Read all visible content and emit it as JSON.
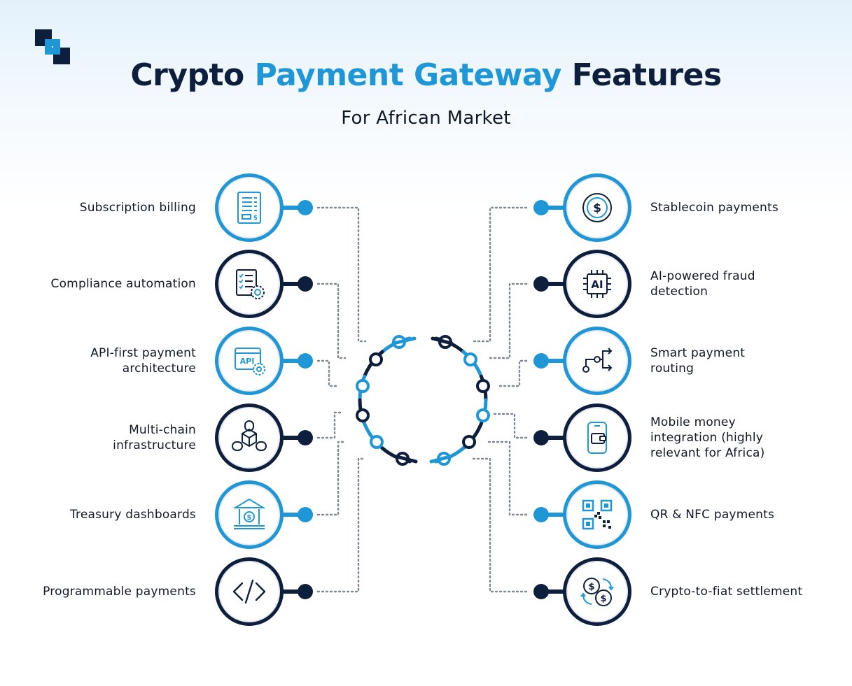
{
  "header": {
    "title_part1": "Crypto",
    "title_highlight": "Payment Gateway",
    "title_part3": "Features",
    "subtitle": "For African Market"
  },
  "colors": {
    "navy": "#0d1f3c",
    "blue": "#1f97d6",
    "text": "#111827"
  },
  "left_features": [
    {
      "lines": [
        "Subscription billing"
      ],
      "icon": "invoice-icon",
      "ring": "blue"
    },
    {
      "lines": [
        "Compliance automation"
      ],
      "icon": "checklist-gear-icon",
      "ring": "navy"
    },
    {
      "lines": [
        "API-first payment",
        "architecture"
      ],
      "icon": "api-window-icon",
      "ring": "blue"
    },
    {
      "lines": [
        "Multi-chain",
        "infrastructure"
      ],
      "icon": "chain-cube-icon",
      "ring": "navy"
    },
    {
      "lines": [
        "Treasury dashboards"
      ],
      "icon": "bank-icon",
      "ring": "blue"
    },
    {
      "lines": [
        "Programmable payments"
      ],
      "icon": "code-icon",
      "ring": "navy"
    }
  ],
  "right_features": [
    {
      "lines": [
        "Stablecoin payments"
      ],
      "icon": "dollar-coin-icon",
      "ring": "blue"
    },
    {
      "lines": [
        "AI-powered fraud",
        "detection"
      ],
      "icon": "ai-chip-icon",
      "ring": "navy",
      "chip_text": "AI"
    },
    {
      "lines": [
        "Smart payment",
        "routing"
      ],
      "icon": "routing-icon",
      "ring": "blue"
    },
    {
      "lines": [
        "Mobile money",
        "integration (highly",
        "relevant for Africa)"
      ],
      "icon": "mobile-wallet-icon",
      "ring": "navy"
    },
    {
      "lines": [
        "QR & NFC payments"
      ],
      "icon": "qr-code-icon",
      "ring": "blue"
    },
    {
      "lines": [
        "Crypto-to-fiat settlement"
      ],
      "icon": "currency-exchange-icon",
      "ring": "navy"
    }
  ]
}
